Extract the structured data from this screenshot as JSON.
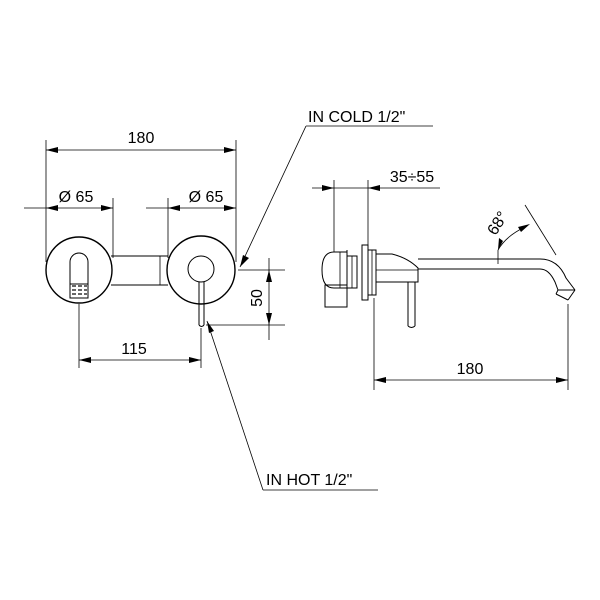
{
  "labels": {
    "in_cold": "IN COLD 1/2\"",
    "in_hot": "IN HOT 1/2\""
  },
  "dimensions": {
    "front_width": "180",
    "dia_left": "Ø 65",
    "dia_right": "Ø 65",
    "spacing": "115",
    "height": "50",
    "wall_range": "35÷55",
    "spout_length": "180",
    "angle": "68°"
  }
}
